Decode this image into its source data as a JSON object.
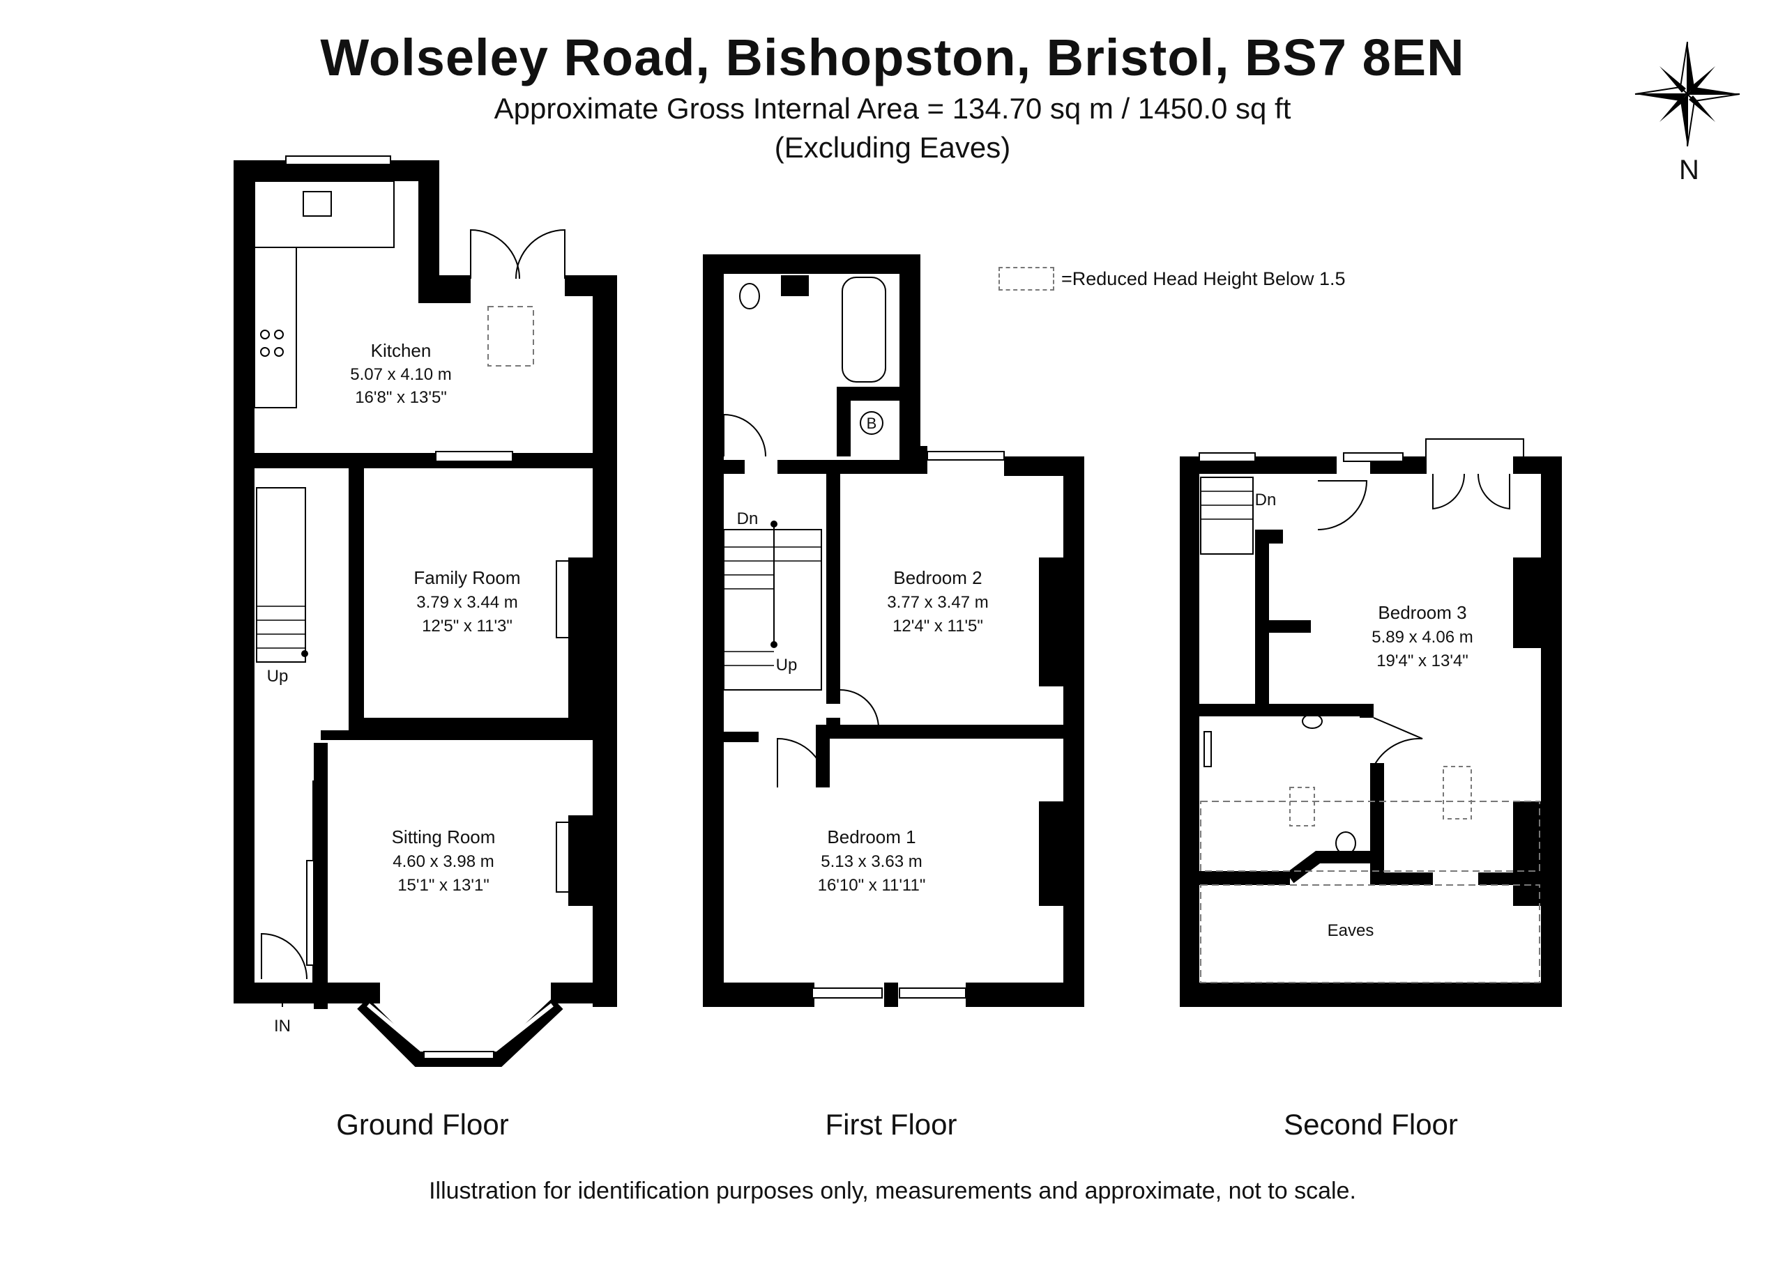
{
  "header": {
    "title": "Wolseley Road, Bishopston, Bristol, BS7 8EN",
    "area": "Approximate Gross Internal Area = 134.70 sq m / 1450.0 sq ft",
    "note": "(Excluding Eaves)"
  },
  "compass": {
    "label": "N"
  },
  "legend": {
    "text": "=Reduced Head Height Below 1.5"
  },
  "ground_floor": {
    "label": "Ground Floor",
    "entrance": "IN",
    "stairs": "Up",
    "rooms": [
      {
        "name": "Kitchen",
        "metric": "5.07 x 4.10 m",
        "imperial": "16'8\" x 13'5\""
      },
      {
        "name": "Family Room",
        "metric": "3.79 x 3.44 m",
        "imperial": "12'5\" x 11'3\""
      },
      {
        "name": "Sitting Room",
        "metric": "4.60 x 3.98 m",
        "imperial": "15'1\" x 13'1\""
      }
    ]
  },
  "first_floor": {
    "label": "First Floor",
    "stairs_down": "Dn",
    "stairs_up": "Up",
    "boiler": "B",
    "rooms": [
      {
        "name": "Bedroom 2",
        "metric": "3.77 x 3.47 m",
        "imperial": "12'4\" x 11'5\""
      },
      {
        "name": "Bedroom 1",
        "metric": "5.13 x 3.63 m",
        "imperial": "16'10\" x 11'11\""
      }
    ]
  },
  "second_floor": {
    "label": "Second Floor",
    "stairs_down": "Dn",
    "rooms": [
      {
        "name": "Bedroom 3",
        "metric": "5.89 x 4.06 m",
        "imperial": "19'4\" x 13'4\""
      },
      {
        "name": "Eaves"
      }
    ]
  },
  "footer": "Illustration for identification purposes only, measurements and approximate, not to scale."
}
